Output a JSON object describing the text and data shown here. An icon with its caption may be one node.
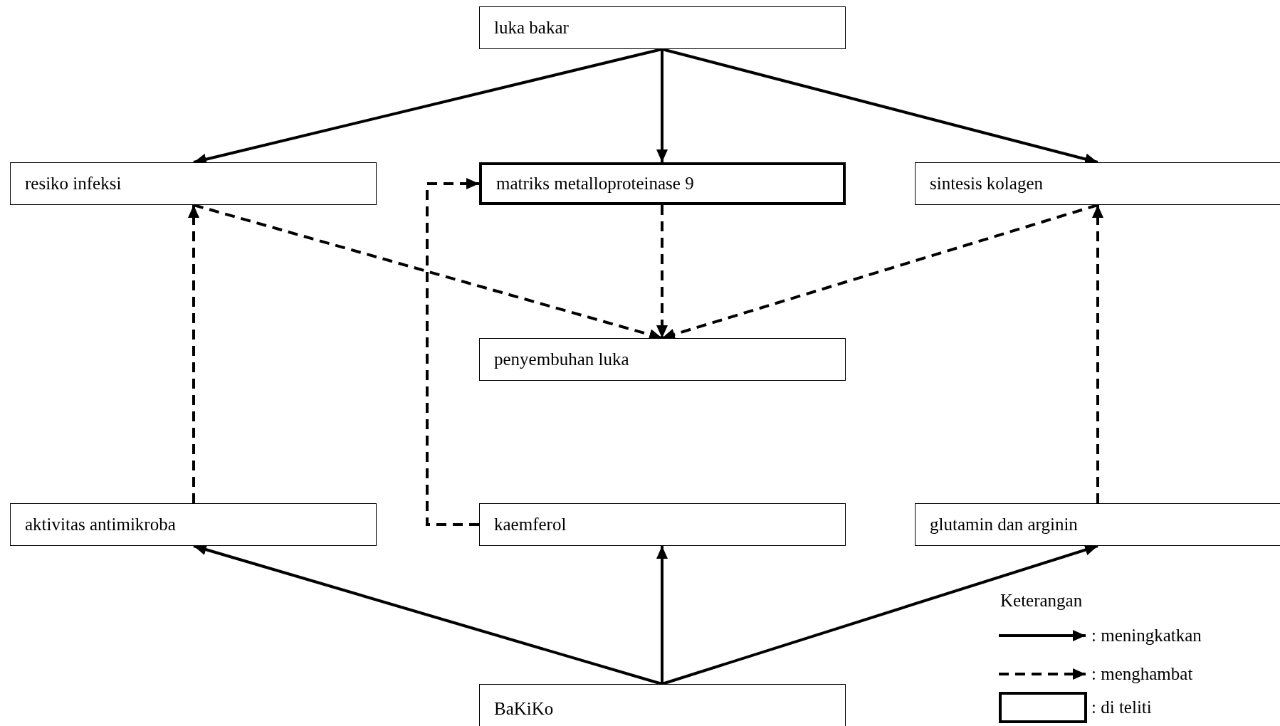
{
  "diagram": {
    "nodes": [
      {
        "text": [
          "luka bakar"
        ]
      },
      {
        "text": [
          "resiko infeksi"
        ]
      },
      {
        "text": [
          "matriks metalloproteinase 9"
        ]
      },
      {
        "text": [
          "sintesis kolagen"
        ]
      },
      {
        "text": [
          "penyembuhan luka"
        ]
      },
      {
        "text": [
          "aktivitas antimikroba"
        ]
      },
      {
        "text": [
          "kaemferol"
        ]
      },
      {
        "text": [
          "glutamin dan arginin"
        ]
      },
      {
        "text": [
          "BaKiKo"
        ]
      }
    ],
    "edges": [
      {
        "from": 0,
        "to": 1,
        "arrow": "to"
      },
      {
        "from": 0,
        "to": 2,
        "arrow": "to"
      },
      {
        "from": 0,
        "to": 3,
        "arrow": "to"
      },
      {
        "from": 1,
        "to": 4,
        "arrow": "to",
        "style": "dashed"
      },
      {
        "from": 2,
        "to": 4,
        "arrow": "to",
        "style": "dashed"
      },
      {
        "from": 3,
        "to": 4,
        "arrow": "to",
        "style": "dashed"
      },
      {
        "from": 5,
        "to": 1,
        "arrow": "to",
        "style": "dashed"
      },
      {
        "from": 6,
        "to": 2,
        "arrow": "to",
        "style": "dashed"
      },
      {
        "from": 7,
        "to": 3,
        "arrow": "to",
        "style": "dashed"
      },
      {
        "from": 8,
        "to": 5,
        "arrow": "to"
      },
      {
        "from": 8,
        "to": 6,
        "arrow": "to"
      },
      {
        "from": 8,
        "to": 7,
        "arrow": "to"
      }
    ],
    "labels": [
      "Keterangan"
    ],
    "legend": [
      {
        "text": ": meningkatkan"
      },
      {
        "text": ": menghambat"
      },
      {
        "text": ": di teliti"
      }
    ]
  }
}
